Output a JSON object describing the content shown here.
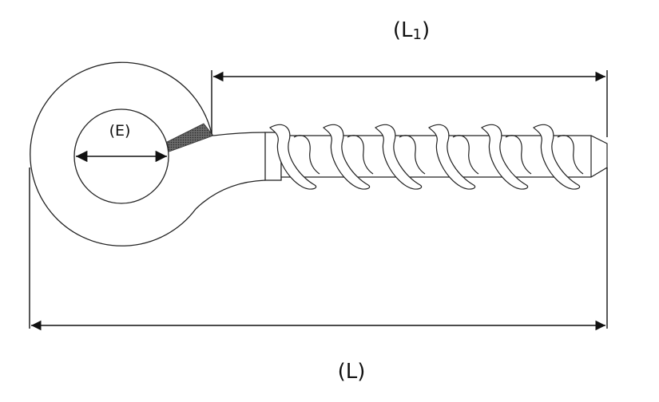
{
  "labels": {
    "overall_length": "(L)",
    "thread_length": "(L1)",
    "eye_diameter": "(E)"
  },
  "colors": {
    "line": "#222222",
    "hatch": "#555555",
    "background": "#ffffff"
  }
}
